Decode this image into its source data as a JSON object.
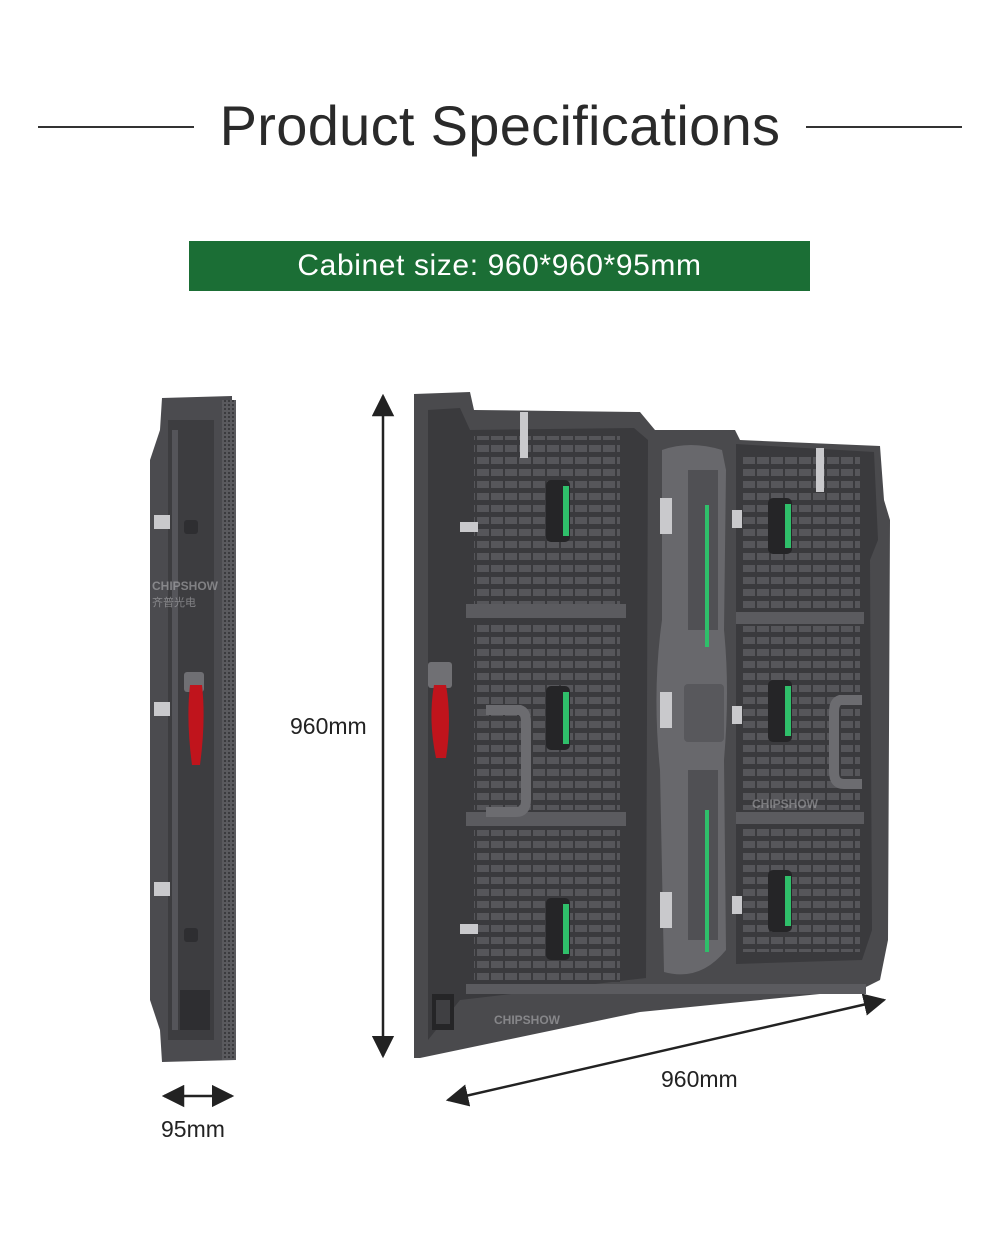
{
  "page": {
    "title": "Product Specifications",
    "cabinet_size": "Cabinet size: 960*960*95mm"
  },
  "dimensions": {
    "height_label": "960mm",
    "width_label": "960mm",
    "depth_label": "95mm"
  },
  "watermark": {
    "brand": "CHIPSHOW",
    "brand_cn": "齐普光电"
  },
  "colors": {
    "banner": "#1b6e35",
    "cabinet": "#4a4a4d",
    "cabinet_dark": "#38383b",
    "handle_red": "#c0141c",
    "indicator_green": "#2fbf6a"
  }
}
